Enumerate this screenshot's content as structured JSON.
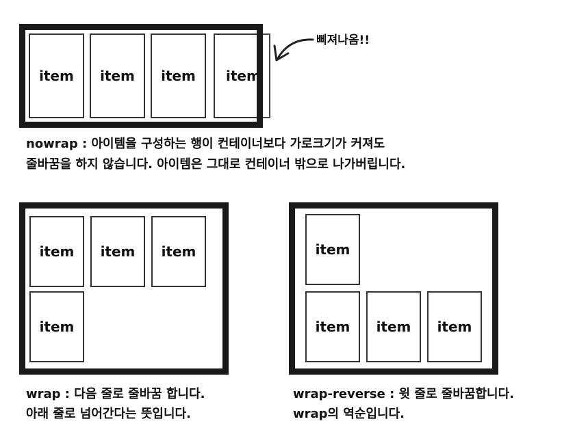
{
  "item_label": "item",
  "nowrap": {
    "annotation": "삐져나옴!!",
    "caption_line1": "nowrap : 아이템을 구성하는 행이 컨테이너보다 가로크기가 커져도",
    "caption_line2": "줄바꿈을 하지 않습니다. 아이템은 그대로 컨테이너 밖으로 나가버립니다."
  },
  "wrap": {
    "caption_line1": "wrap : 다음 줄로 줄바꿈 합니다.",
    "caption_line2": "아래 줄로 넘어간다는 뜻입니다."
  },
  "wrap_reverse": {
    "caption_line1": "wrap-reverse : 윗 줄로 줄바꿈합니다.",
    "caption_line2": "wrap의 역순입니다."
  }
}
